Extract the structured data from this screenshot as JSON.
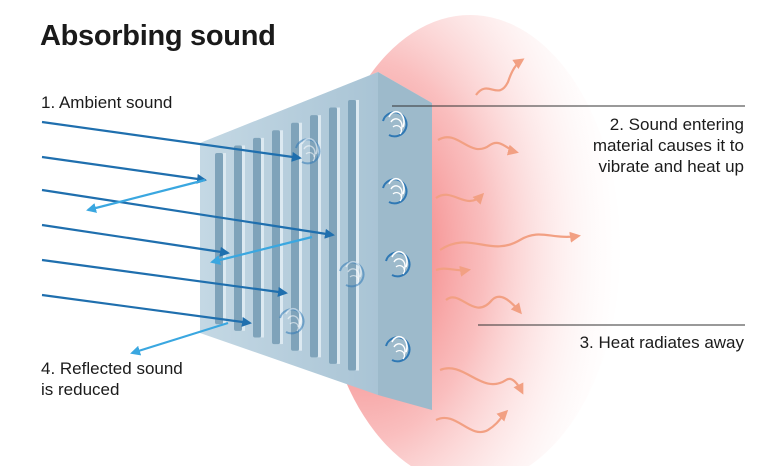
{
  "title": "Absorbing sound",
  "labels": {
    "ambient": "1. Ambient sound",
    "entering": [
      "2. Sound entering",
      "material causes it to",
      "vibrate and heat up"
    ],
    "heat": "3. Heat radiates away",
    "reflected": [
      "4. Reflected sound",
      "is reduced"
    ]
  },
  "colors": {
    "incoming_arrow": "#1f6fae",
    "reflected_arrow": "#3aa7e0",
    "panel_face": "#bcd2df",
    "panel_side": "#93b4c8",
    "heat_glow": "#f07a7a",
    "heat_wave": "#f2a083"
  }
}
